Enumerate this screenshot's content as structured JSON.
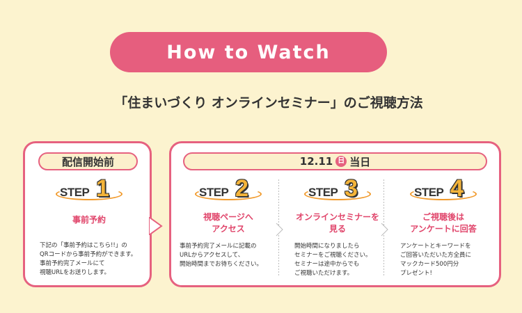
{
  "header": {
    "title": "How to Watch",
    "subtitle": "「住まいづくり オンラインセミナー」のご視聴方法"
  },
  "pre": {
    "label": "配信開始前",
    "step": {
      "word": "STEP",
      "number": "1",
      "heading": "事前予約",
      "body": "下記の「事前予約はこちら!!」の\nQRコードから事前予約ができます。\n事前予約完了メールにて\n視聴URLをお送りします。"
    }
  },
  "day": {
    "label_date": "12.11",
    "label_weekday": "日",
    "label_suffix": "当日",
    "steps": [
      {
        "word": "STEP",
        "number": "2",
        "heading": "視聴ページへ\nアクセス",
        "body": "事前予約完了メールに記載の\nURLからアクセスして、\n開始時間までお待ちください。"
      },
      {
        "word": "STEP",
        "number": "3",
        "heading": "オンラインセミナーを\n見る",
        "body": "開始時間になりましたら\nセミナーをご視聴ください。\nセミナーは途中からでも\nご視聴いただけます。"
      },
      {
        "word": "STEP",
        "number": "4",
        "heading": "ご視聴後は\nアンケートに回答",
        "body": "アンケートとキーワードを\nご回答いただいた方全員に\nマックカード500円分\nプレゼント!"
      }
    ]
  },
  "colors": {
    "accent": "#e6617f",
    "background": "#fcf3cf",
    "step_number": "#f4b43a"
  }
}
